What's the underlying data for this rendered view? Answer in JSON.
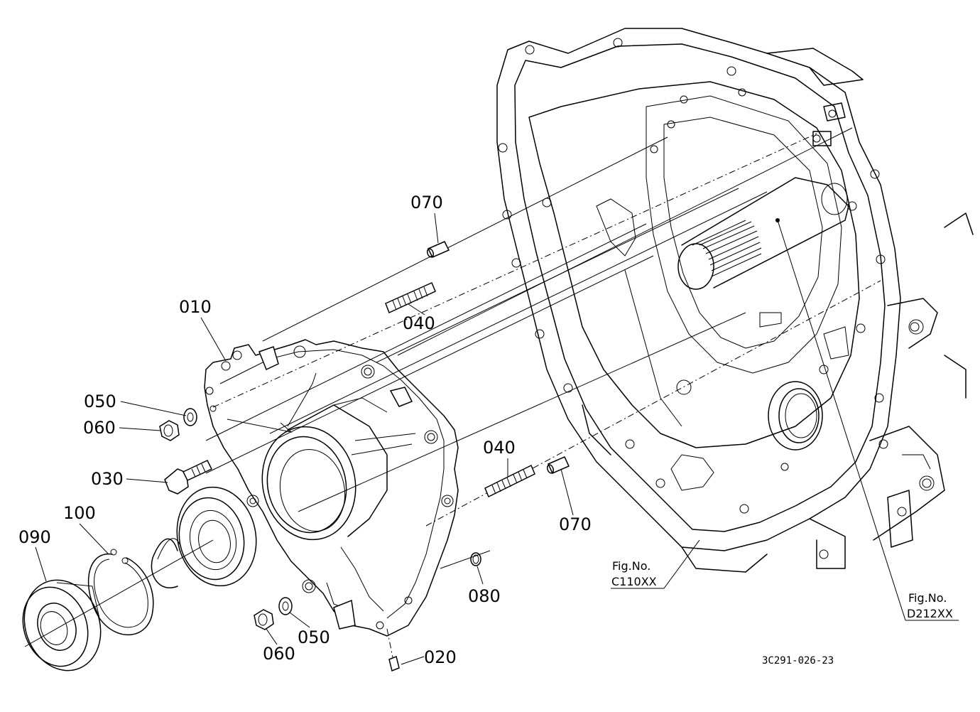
{
  "diagram": {
    "callouts": [
      {
        "id": "c070a",
        "text": "070"
      },
      {
        "id": "c040a",
        "text": "040"
      },
      {
        "id": "c010",
        "text": "010"
      },
      {
        "id": "c050a",
        "text": "050"
      },
      {
        "id": "c060a",
        "text": "060"
      },
      {
        "id": "c030",
        "text": "030"
      },
      {
        "id": "c100",
        "text": "100"
      },
      {
        "id": "c090",
        "text": "090"
      },
      {
        "id": "c040b",
        "text": "040"
      },
      {
        "id": "c070b",
        "text": "070"
      },
      {
        "id": "c080",
        "text": "080"
      },
      {
        "id": "c050b",
        "text": "050"
      },
      {
        "id": "c060b",
        "text": "060"
      },
      {
        "id": "c020",
        "text": "020"
      }
    ],
    "fig_refs": [
      {
        "line1": "Fig.No.",
        "line2": "C110XX"
      },
      {
        "line1": "Fig.No.",
        "line2": "D212XX"
      }
    ],
    "drawing_code": "3C291-026-23"
  }
}
